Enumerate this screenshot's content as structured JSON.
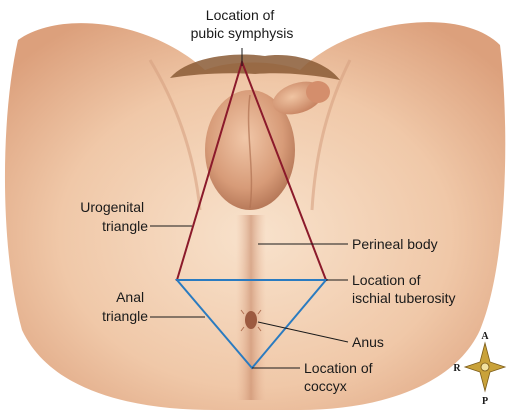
{
  "labels": {
    "pubic_symphysis": [
      "Location of",
      "pubic symphysis"
    ],
    "urogenital_triangle": [
      "Urogenital",
      "triangle"
    ],
    "anal_triangle": [
      "Anal",
      "triangle"
    ],
    "perineal_body": "Perineal body",
    "ischial_tuberosity": [
      "Location of",
      "ischial tuberosity"
    ],
    "anus": "Anus",
    "coccyx": [
      "Location of",
      "coccyx"
    ]
  },
  "compass": {
    "anterior": "A",
    "posterior": "P",
    "right": "R"
  },
  "colors": {
    "urogenital_triangle": "#8b1a2b",
    "anal_triangle": "#2a7bc0",
    "skin_light": "#f6d8bf",
    "skin_mid": "#e9b998",
    "skin_shadow": "#c98a68",
    "hair": "#8a5a35",
    "compass": "#c9a23a"
  }
}
